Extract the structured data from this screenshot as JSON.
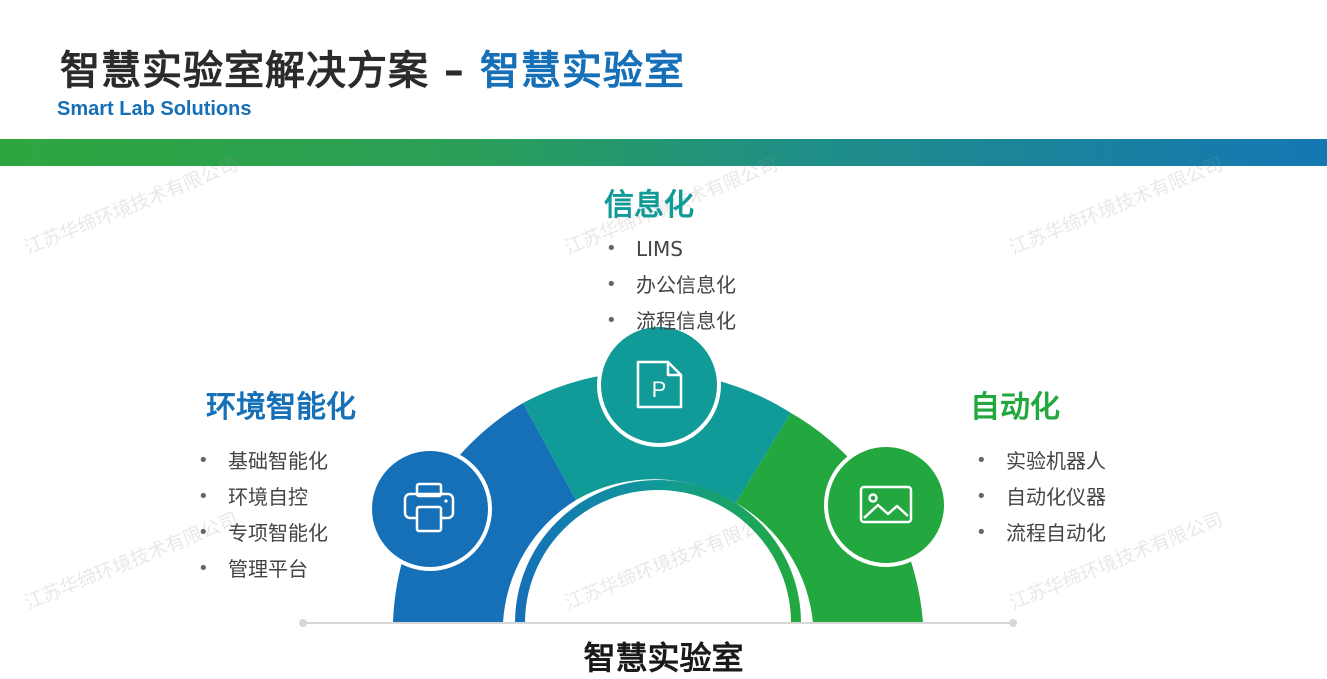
{
  "header": {
    "title_main": "智慧实验室解决方案 – ",
    "title_highlight": "智慧实验室",
    "subtitle": "Smart Lab Solutions"
  },
  "watermark_text": "江苏华缔环境技术有限公司",
  "colors": {
    "blue": "#1570b8",
    "teal": "#109a98",
    "green": "#22a83f",
    "title_dark": "#2b2b2b"
  },
  "sections": {
    "info": {
      "title": "信息化",
      "icon": "document-p-icon",
      "items": [
        "LIMS",
        "办公信息化",
        "流程信息化"
      ]
    },
    "environment": {
      "title": "环境智能化",
      "icon": "printer-icon",
      "items": [
        "基础智能化",
        "环境自控",
        "专项智能化",
        "管理平台"
      ]
    },
    "automation": {
      "title": "自动化",
      "icon": "image-icon",
      "items": [
        "实验机器人",
        "自动化仪器",
        "流程自动化"
      ]
    }
  },
  "center": {
    "icon_letter": "P",
    "label": "智慧实验室"
  }
}
